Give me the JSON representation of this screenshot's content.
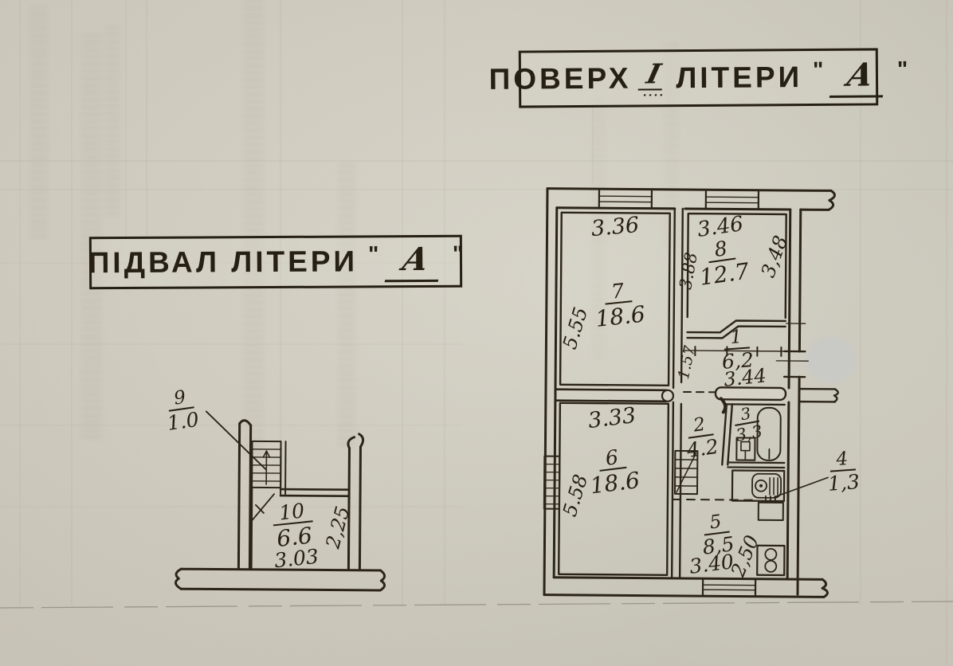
{
  "titles": {
    "floor": {
      "word1": "ПОВЕРХ",
      "numeral": "I",
      "numeral_dots": "....",
      "word2": "ЛІТЕРИ",
      "quote": "\"",
      "letter": "А"
    },
    "basement": {
      "word": "ПІДВАЛ ЛІТЕРИ",
      "quote": "\"",
      "letter": "А"
    }
  },
  "floor_plan": {
    "room1": {
      "number": "1",
      "area": "6,2"
    },
    "room2": {
      "number": "2",
      "area": "4.2"
    },
    "room3": {
      "number": "3",
      "area": "3,3"
    },
    "room4": {
      "number": "4",
      "area": "1,3"
    },
    "room5": {
      "number": "5",
      "area": "8,5"
    },
    "room6": {
      "number": "6",
      "area": "18.6"
    },
    "room7": {
      "number": "7",
      "area": "18.6"
    },
    "room8": {
      "number": "8",
      "area": "12.7"
    },
    "dims": {
      "room7_top": "3.36",
      "room7_left": "5.55",
      "room8_top": "3.46",
      "room8_left": "3.88",
      "room8_right": "3,48",
      "room1_left": "1.57",
      "room1_width": "3.44",
      "room6_top": "3.33",
      "room6_left": "5.58",
      "room5_bottom": "3.40",
      "room5_right": "2,50"
    }
  },
  "basement_plan": {
    "room9": {
      "number": "9",
      "area": "1.0"
    },
    "room10": {
      "number": "10",
      "area": "6.6"
    },
    "dims": {
      "room10_width": "3.03",
      "room10_right": "2,25"
    }
  },
  "ink_color": "#2c2418",
  "paper_color": "#d5d1c5"
}
